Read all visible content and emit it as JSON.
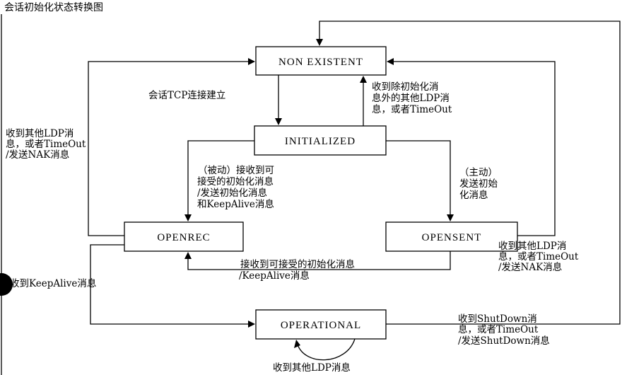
{
  "title": "会话初始化状态转换图",
  "states": {
    "non_existent": "NON EXISTENT",
    "initialized": "INITIALIZED",
    "openrec": "OPENREC",
    "opensent": "OPENSENT",
    "operational": "OPERATIONAL"
  },
  "labels": {
    "tcp_established": "会话TCP连接建立",
    "init_error": [
      "收到除初始化消",
      "息外的其他LDP消",
      "息，或者TimeOut"
    ],
    "openrec_error": [
      "收到其他LDP消",
      "息，或者TimeOut",
      "/发送NAK消息"
    ],
    "passive": [
      "（被动）接收到可",
      "接受的初始化消息",
      "/发送初始化消息",
      "和KeepAlive消息"
    ],
    "active": [
      "（主动）",
      "发送初始",
      "化消息"
    ],
    "opensent_error": [
      "收到其他LDP消",
      "息，或者TimeOut",
      "/发送NAK消息"
    ],
    "opensent_to_openrec": [
      "接收到可接受的初始化消息",
      "/KeepAlive消息"
    ],
    "keepalive": "收到KeepAlive消息",
    "shutdown": [
      "收到ShutDown消",
      "息，或者TimeOut",
      "/发送ShutDown消息"
    ],
    "self_loop": "收到其他LDP消息"
  }
}
